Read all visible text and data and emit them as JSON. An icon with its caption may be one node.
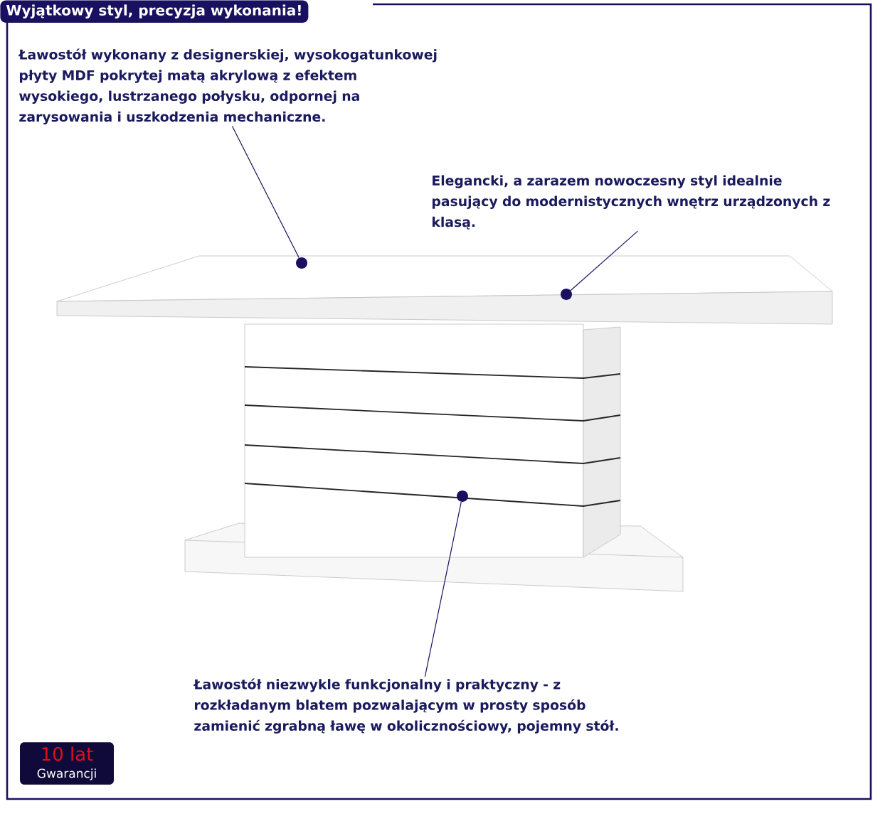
{
  "diagram": {
    "title": "Wyjątkowy styl, precyzja wykonania!",
    "nodes": [
      {
        "text": [
          "Ławostół wykonany z designerskiej, wysokogatunkowej płyty MDF pokrytej matą akrylową z efektem wysokiego, lustrzanego połysku, odpornej na zarysowania i uszkodzenia mechaniczne."
        ]
      },
      {
        "text": [
          "Elegancki, a zarazem nowoczesny styl idealnie pasujący do modernistycznych wnętrz urządzonych z klasą."
        ]
      },
      {
        "text": [
          "Ławostół niezwykle funkcjonalny i praktyczny - z rozkładanym blatem pozwalającym w prosty sposób zamienić zgrabną ławę w okolicznościowy, pojemny stół."
        ]
      },
      {
        "text": [],
        "shape": "circle"
      },
      {
        "text": [],
        "shape": "circle"
      },
      {
        "text": [],
        "shape": "circle"
      },
      {
        "text": [
          "10 lat",
          "Gwarancji"
        ]
      }
    ],
    "edges": [
      {
        "from": 0,
        "to": 3,
        "arrow": "none"
      },
      {
        "from": 1,
        "to": 4,
        "arrow": "none"
      },
      {
        "from": 2,
        "to": 5,
        "arrow": "none"
      }
    ]
  }
}
